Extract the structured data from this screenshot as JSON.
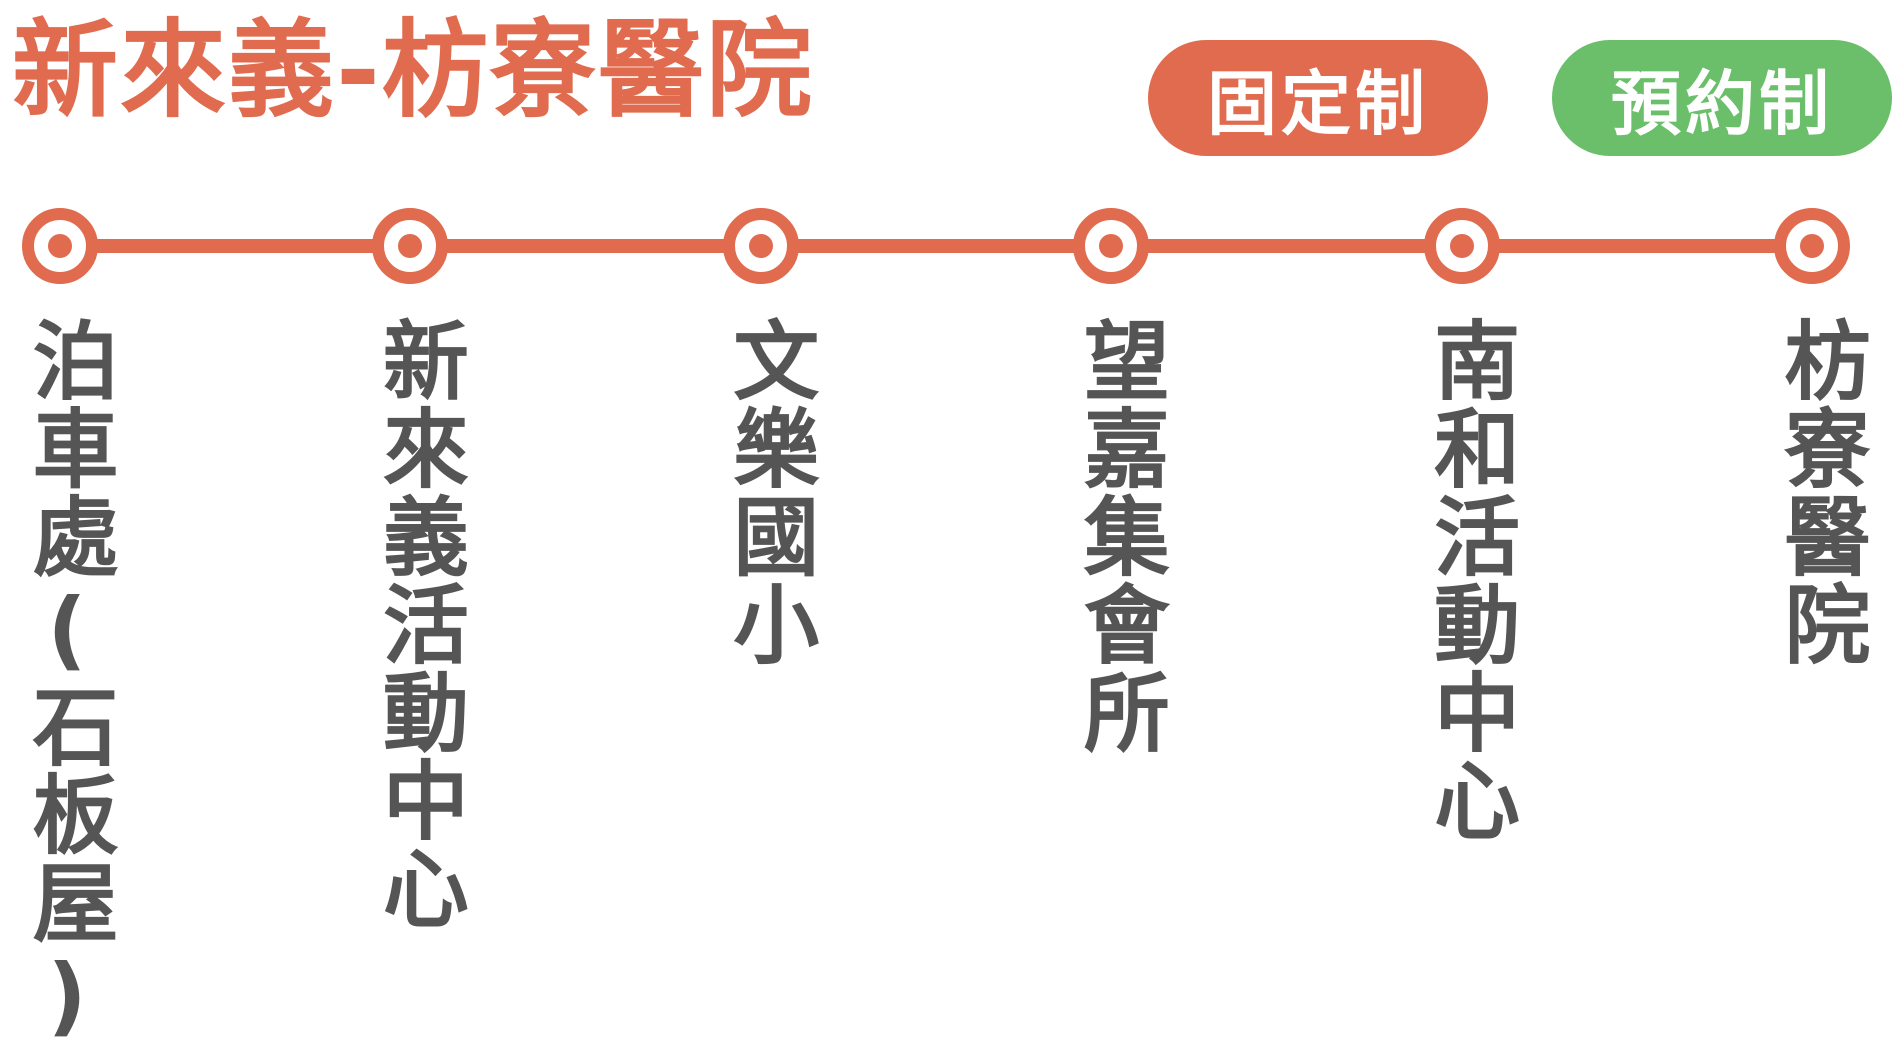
{
  "title": "新來義-枋寮醫院",
  "badges": {
    "fixed": "固定制",
    "reserve": "預約制"
  },
  "colors": {
    "route": "#E06B4E",
    "fixed_badge": "#E06B4E",
    "reserve_badge": "#6BBF6A",
    "stop_text": "#555555"
  },
  "stops": [
    {
      "name": "泊車處(石板屋)"
    },
    {
      "name": "新來義活動中心"
    },
    {
      "name": "文樂國小"
    },
    {
      "name": "望嘉集會所"
    },
    {
      "name": "南和活動中心"
    },
    {
      "name": "枋寮醫院"
    }
  ]
}
